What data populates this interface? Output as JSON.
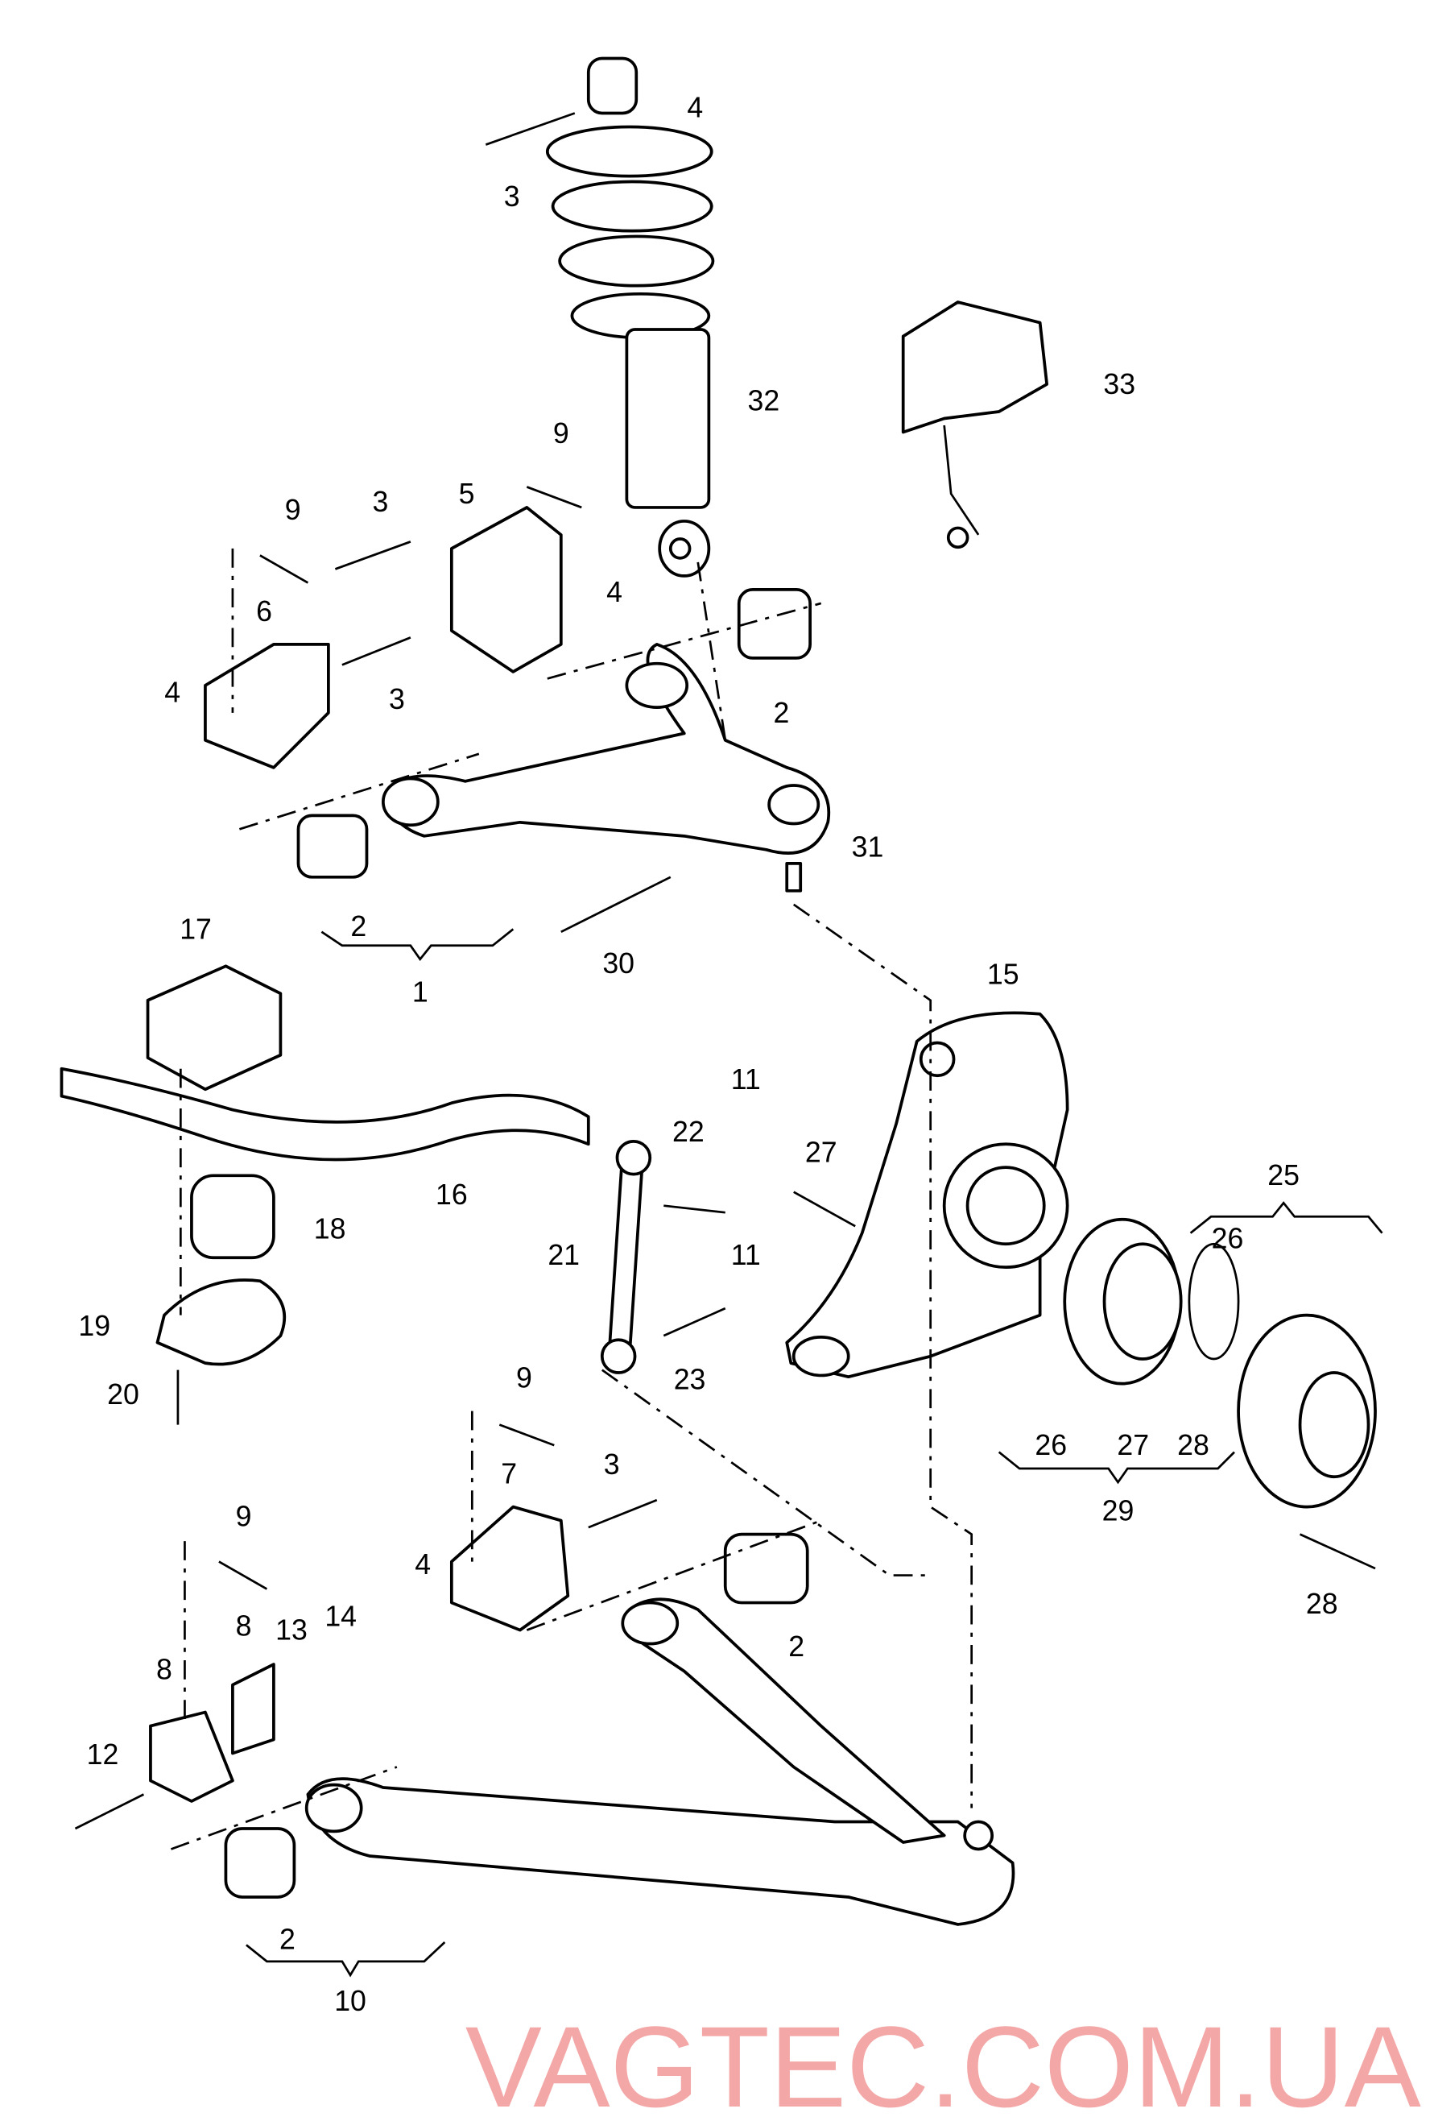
{
  "diagram": {
    "watermark": "VAGTEC.COM.UA",
    "labels": [
      "4",
      "3",
      "32",
      "33",
      "9",
      "5",
      "9",
      "3",
      "4",
      "6",
      "3",
      "2",
      "4",
      "31",
      "2",
      "30",
      "1",
      "17",
      "15",
      "11",
      "22",
      "27",
      "16",
      "18",
      "21",
      "11",
      "25",
      "26",
      "19",
      "23",
      "20",
      "26",
      "27",
      "28",
      "29",
      "9",
      "3",
      "9",
      "7",
      "4",
      "2",
      "14",
      "8",
      "13",
      "8",
      "12",
      "28",
      "2",
      "10"
    ]
  }
}
